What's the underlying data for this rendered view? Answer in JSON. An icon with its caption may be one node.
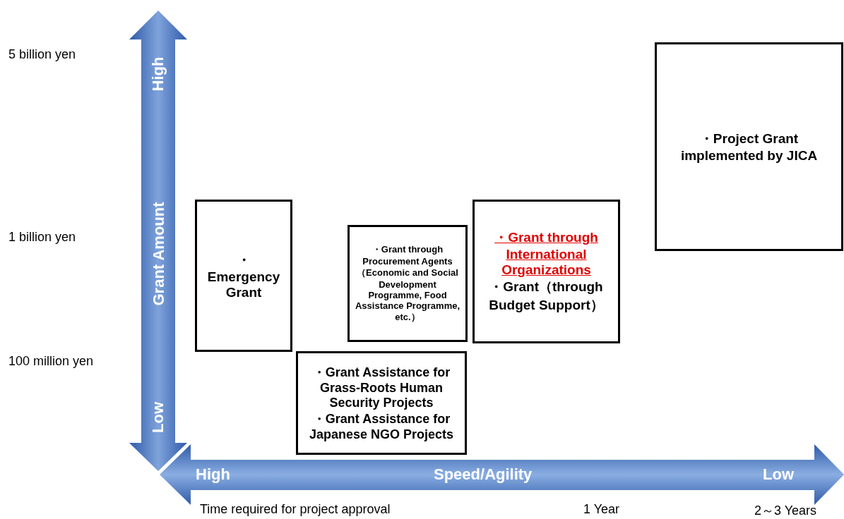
{
  "diagram": {
    "nodes": [
      {
        "text": [
          "・Project Grant implemented by JICA"
        ]
      },
      {
        "text": [
          "・ Emergency Grant"
        ]
      },
      {
        "text": [
          "・Grant through Procurement Agents（Economic and Social Development Programme, Food Assistance Programme, etc.）"
        ]
      },
      {
        "text": [
          "・Grant through International Organizations",
          "・Grant（through Budget Support）"
        ]
      },
      {
        "text": [
          "・Grant Assistance for Grass-Roots Human Security Projects",
          "・Grant Assistance for Japanese NGO Projects"
        ]
      }
    ],
    "edges": [],
    "labels": [
      "5 billion yen",
      "High",
      "1 billion yen",
      "Grant Amount",
      "100 million yen",
      "Low",
      "High",
      "Speed/Agility",
      "Low",
      "Time required for project approval",
      "1 Year",
      "2～3 Years"
    ]
  }
}
